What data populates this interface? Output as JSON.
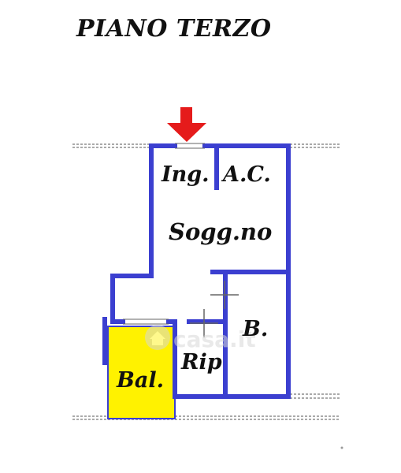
{
  "plan": {
    "title": "PIANO TERZO",
    "rooms": {
      "ingresso": "Ing.",
      "angolo_cottura": "A.C.",
      "soggiorno": "Sogg.no",
      "bagno": "B.",
      "ripostiglio": "Rip",
      "balcone": "Bal."
    },
    "watermark": "casa.it"
  },
  "colors": {
    "walls": "#3b3fd0",
    "balcony": "#fff200",
    "entry_arrow": "#e51b1b",
    "text": "#111111",
    "dashed_lines": "#555555"
  },
  "icons": [
    "entry-arrow-icon",
    "watermark-logo-icon"
  ]
}
